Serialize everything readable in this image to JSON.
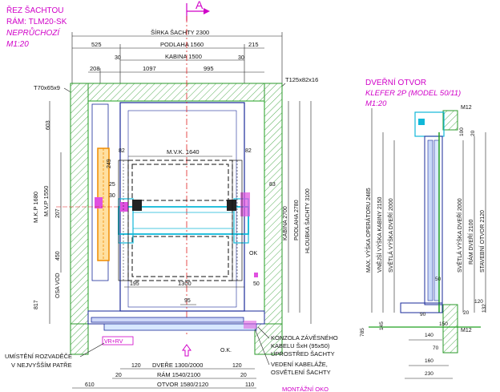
{
  "title_block": {
    "line1": "ŘEZ ŠACHTOU",
    "line2": "RÁM: TLM20-SK",
    "line3": "NEPRŮCHOZÍ",
    "line4": "M1:20"
  },
  "section_marker": "A",
  "door_block": {
    "line1": "DVEŘNÍ OTVOR",
    "line2": "KLEFER 2P (MODEL 50/11)",
    "line3": "M1:20"
  },
  "top_dims": {
    "shaft_width": "ŠÍRKA ŠACHTY 2300",
    "floor_width": "PODLAHA 1560",
    "cabin_width": "KABINA 1500",
    "d525": "525",
    "d215": "215",
    "d208": "208",
    "d30a": "30",
    "d30b": "30",
    "d1097": "1097",
    "d995": "995"
  },
  "profiles": {
    "left": "T70x65x9",
    "right": "T125x82x16"
  },
  "inner_labels": {
    "mvk": "M.V.K. 1640",
    "d82a": "82",
    "d82b": "82",
    "d83": "83",
    "d249": "249",
    "d25": "25",
    "d30": "30",
    "ok": "OK",
    "d195": "195",
    "d1300": "1300",
    "d50": "50",
    "d95": "95"
  },
  "left_vertical": {
    "d603": "603",
    "mkp1680": "M.K.P 1680",
    "mvp1550": "M.V.P 1550",
    "d207": "207",
    "d450": "450",
    "osa_vod": "OSA VOD",
    "d817": "817"
  },
  "right_vertical": {
    "kabina": "KABINA 2700",
    "podlaha": "PODLAHA 2780",
    "hloubka": "HLOUBKA ŠACHTY 3100"
  },
  "bottom_dims": {
    "vr_rv": "VR+RV",
    "ok": "O.K.",
    "d120a": "120",
    "d120b": "120",
    "doors": "DVEŘE 1300/2000",
    "d20a": "20",
    "d20b": "20",
    "frame": "RÁM 1540/2100",
    "d610": "610",
    "opening": "OTVOR 1580/2120",
    "d110": "110"
  },
  "notes": {
    "left_note1": "UMÍSTĚNÍ ROZVADĚČE",
    "left_note2": "V NEJVYŠŠÍM PATŘE",
    "right_note1": "KONZOLA ZÁVĚSNÉHO",
    "right_note2": "KABELU ŠxH (95x50)",
    "right_note3": "UPROSTŘED ŠACHTY",
    "right_note4": "VEDENÍ KABELÁŽE,",
    "right_note5": "OSVĚTLENÍ ŠACHTY",
    "cutoff": "MONTÁŽNÍ OKO"
  },
  "door_dims": {
    "max_op": "MAX. VÝŠKA OPERÁTORU 2485",
    "cab_inner": "VNĚJŠÍ VÝŠKA KABINY 2150",
    "clear_left": "SVĚTLÁ VÝŠKA DVEŘÍ 2000",
    "clear_right": "SVĚTLÁ VÝŠKA DVEŘÍ 2000",
    "frame_h": "RÁM DVEŘÍ 2100",
    "opening_h": "STAVEBNÍ OTVOR 2120",
    "m12a": "M12",
    "m12b": "M12",
    "d100": "100",
    "d20": "20",
    "d50": "50",
    "d90": "90",
    "d120": "120",
    "d132": "132",
    "d20b": "20",
    "d150": "150",
    "d140": "140",
    "d70": "70",
    "d160": "160",
    "d230": "230",
    "d145": "145",
    "d785": "785"
  }
}
